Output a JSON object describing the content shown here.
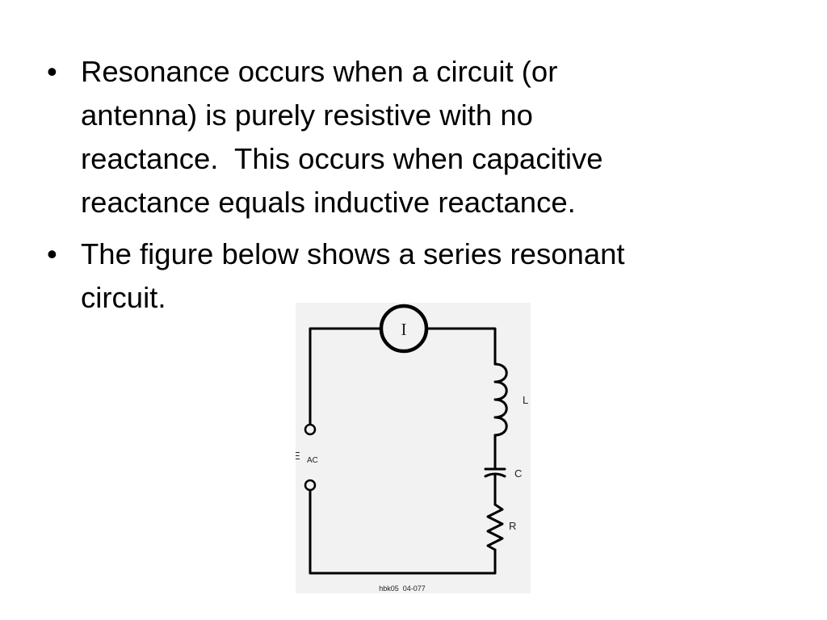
{
  "slide": {
    "bullets": [
      {
        "lines": [
          "Resonance occurs when a circuit (or",
          "antenna) is purely resistive with no",
          "reactance.  This occurs when capacitive",
          "reactance equals inductive reactance."
        ]
      },
      {
        "lines": [
          "The figure below shows a series resonant",
          "circuit."
        ]
      }
    ],
    "bullet_glyph": "•"
  },
  "figure": {
    "meter_label": "I",
    "inductor_label": "L",
    "capacitor_label": "C",
    "resistor_label": "R",
    "source_label": "E",
    "source_subscript": "AC",
    "caption": "hbk05  04-077"
  }
}
